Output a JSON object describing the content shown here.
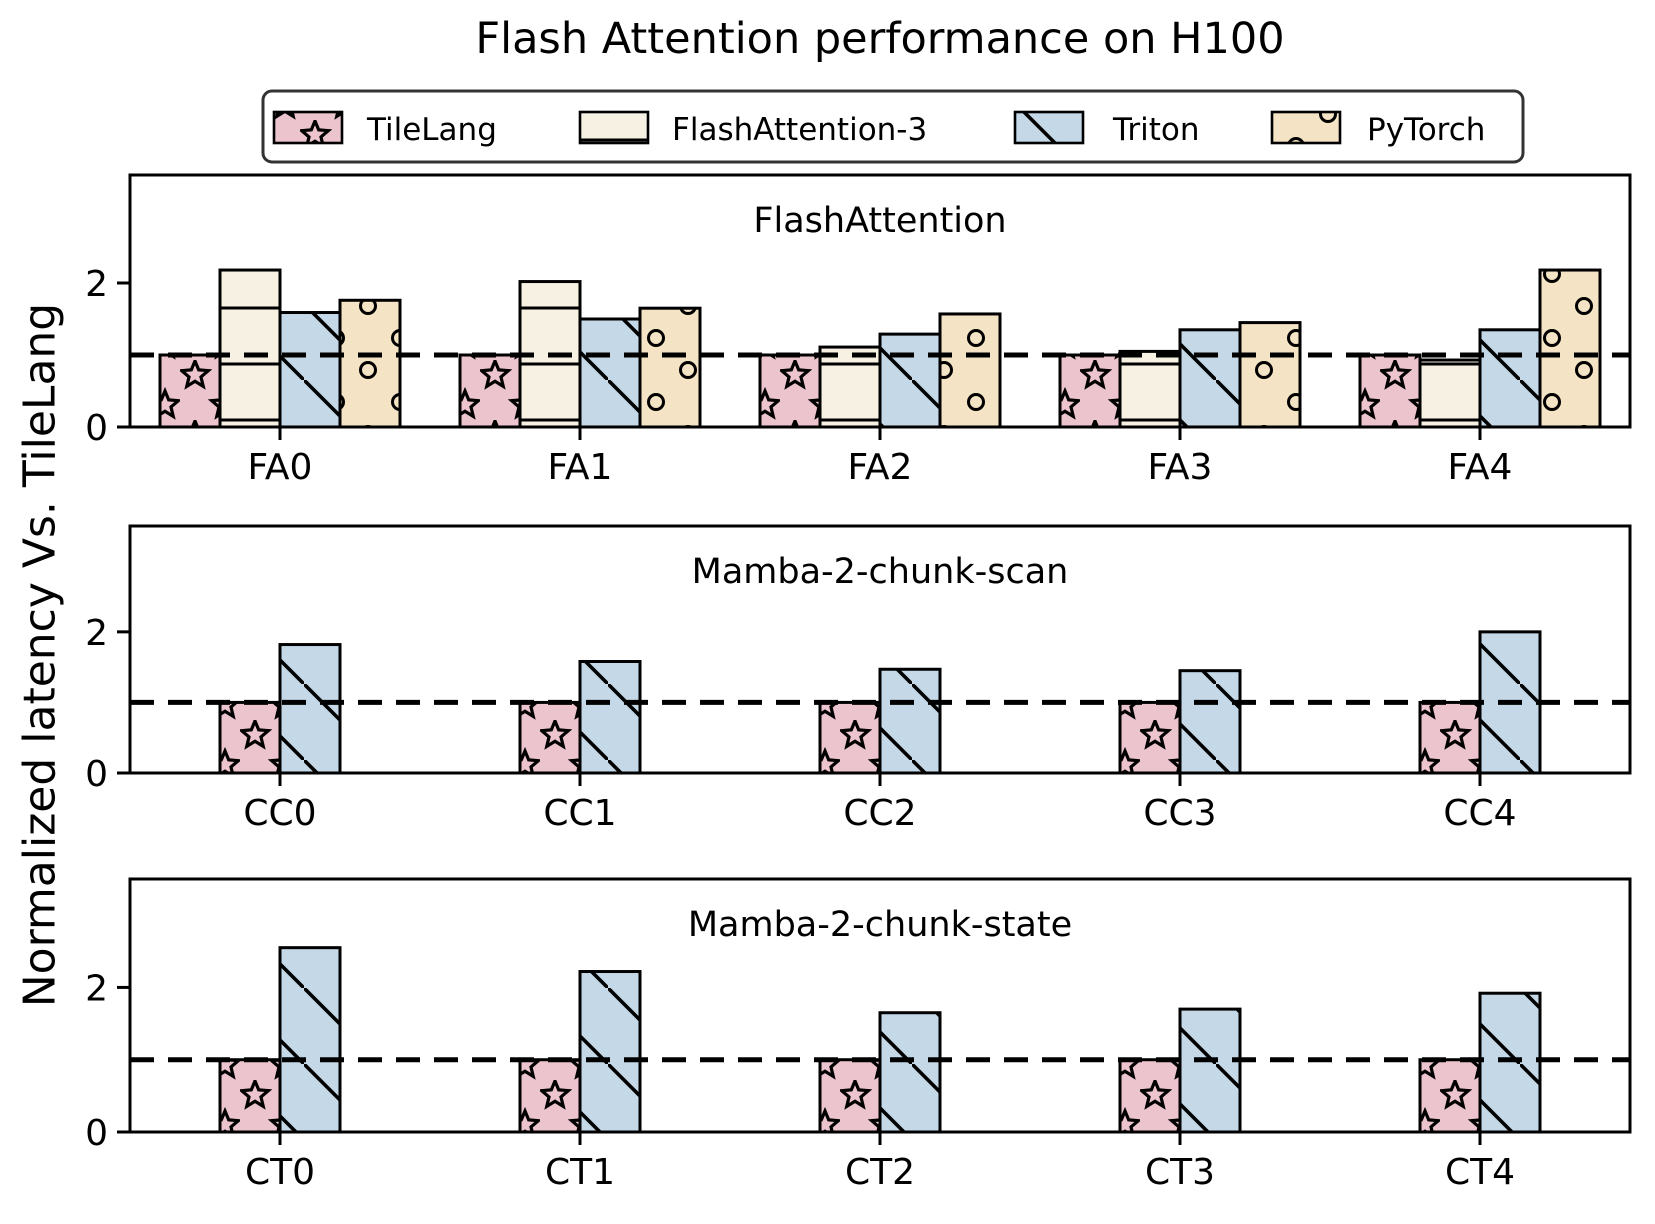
{
  "title": "Flash Attention performance on H100",
  "y_axis_label": "Normalized latency Vs. TileLang",
  "colors": {
    "background": "#ffffff",
    "axis": "#000000",
    "reference_line": "#000000",
    "legend_border": "#333333",
    "tilelang": "#ecc4cd",
    "flashattention3": "#f6f1e3",
    "triton": "#c4d8e7",
    "pytorch": "#f4e3c5"
  },
  "legend": {
    "items": [
      {
        "label": "TileLang",
        "color": "#ecc4cd",
        "hatch": "star"
      },
      {
        "label": "FlashAttention-3",
        "color": "#f6f1e3",
        "hatch": "hline"
      },
      {
        "label": "Triton",
        "color": "#c4d8e7",
        "hatch": "diag"
      },
      {
        "label": "PyTorch",
        "color": "#f4e3c5",
        "hatch": "circle"
      }
    ]
  },
  "chart_data": {
    "type": "bar",
    "title": "Flash Attention performance on H100",
    "ylabel": "Normalized latency Vs. TileLang",
    "ylim": [
      0,
      3.5
    ],
    "yticks": [
      0,
      2
    ],
    "reference_line_y": 1.0,
    "grid": false,
    "legend_position": "top",
    "panels": [
      {
        "panel_title": "FlashAttention",
        "categories": [
          "FA0",
          "FA1",
          "FA2",
          "FA3",
          "FA4"
        ],
        "series": [
          {
            "name": "TileLang",
            "values": [
              1.0,
              1.0,
              1.0,
              1.0,
              1.0
            ]
          },
          {
            "name": "FlashAttention-3",
            "values": [
              2.18,
              2.02,
              1.11,
              1.05,
              0.93
            ]
          },
          {
            "name": "Triton",
            "values": [
              1.59,
              1.5,
              1.29,
              1.35,
              1.35
            ]
          },
          {
            "name": "PyTorch",
            "values": [
              1.76,
              1.65,
              1.57,
              1.45,
              2.18
            ]
          }
        ]
      },
      {
        "panel_title": "Mamba-2-chunk-scan",
        "categories": [
          "CC0",
          "CC1",
          "CC2",
          "CC3",
          "CC4"
        ],
        "series": [
          {
            "name": "TileLang",
            "values": [
              1.0,
              1.0,
              1.0,
              1.0,
              1.0
            ]
          },
          {
            "name": "Triton",
            "values": [
              1.82,
              1.58,
              1.47,
              1.45,
              2.0
            ]
          }
        ]
      },
      {
        "panel_title": "Mamba-2-chunk-state",
        "categories": [
          "CT0",
          "CT1",
          "CT2",
          "CT3",
          "CT4"
        ],
        "series": [
          {
            "name": "TileLang",
            "values": [
              1.0,
              1.0,
              1.0,
              1.0,
              1.0
            ]
          },
          {
            "name": "Triton",
            "values": [
              2.55,
              2.22,
              1.65,
              1.7,
              1.92
            ]
          }
        ]
      }
    ]
  }
}
